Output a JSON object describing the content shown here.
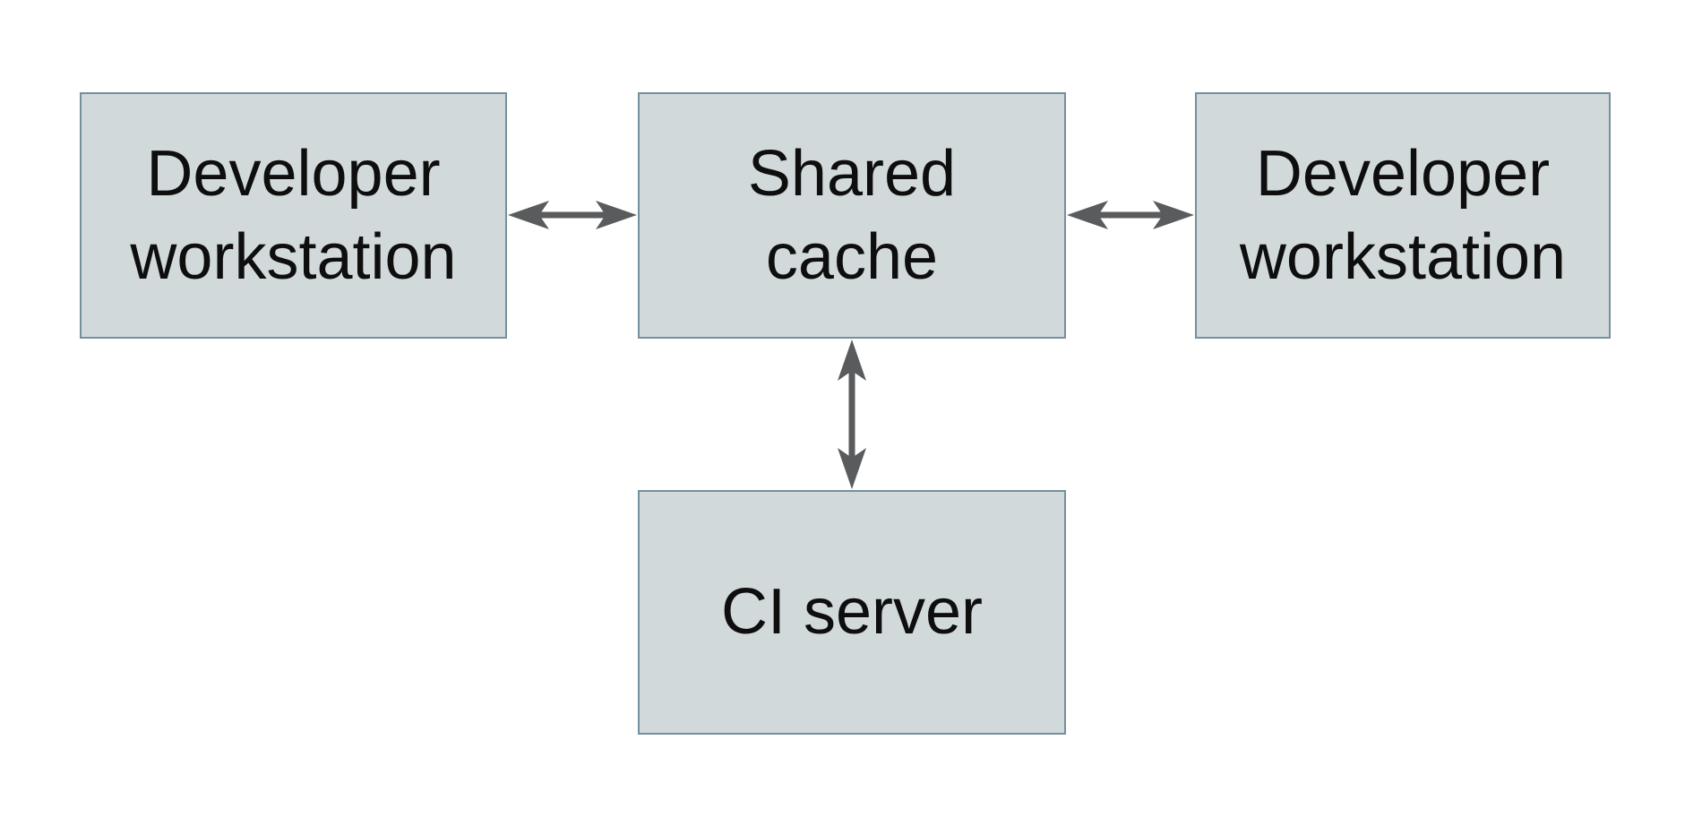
{
  "diagram": {
    "nodes": [
      {
        "id": "developer-workstation-left",
        "lines": [
          "Developer",
          "workstation"
        ]
      },
      {
        "id": "shared-cache",
        "lines": [
          "Shared",
          "cache"
        ]
      },
      {
        "id": "developer-workstation-right",
        "lines": [
          "Developer",
          "workstation"
        ]
      },
      {
        "id": "ci-server",
        "lines": [
          "CI server"
        ]
      }
    ],
    "edges": [
      {
        "from": "developer-workstation-left",
        "to": "shared-cache",
        "direction": "bidirectional"
      },
      {
        "from": "shared-cache",
        "to": "developer-workstation-right",
        "direction": "bidirectional"
      },
      {
        "from": "shared-cache",
        "to": "ci-server",
        "direction": "bidirectional"
      }
    ],
    "colors": {
      "background": "#ffffff",
      "node_fill": "#d2d9db",
      "node_border": "#74909d",
      "arrow": "#595b5d",
      "text": "#0e0e0e"
    }
  }
}
